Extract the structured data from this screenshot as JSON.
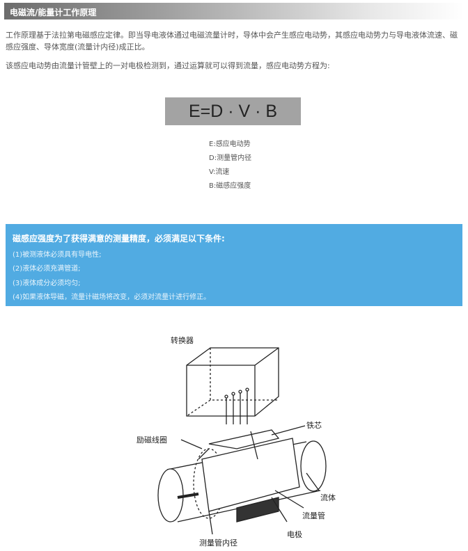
{
  "header": {
    "title": "电磁流/能量计工作原理"
  },
  "intro": {
    "p1": "工作原理基于法拉第电磁感应定律。即当导电液体通过电磁流量计时，导体中会产生感应电动势，其感应电动势力与导电液体流速、磁感应强度、导体宽度(流量计内径)成正比。",
    "p2": "该感应电动势由流量计管壁上的一对电极检测到，通过运算就可以得到流量，感应电动势方程为:"
  },
  "formula": "E=D · V · B",
  "legend": [
    "E:感应电动势",
    "D:测量管内径",
    "V:流速",
    "B:磁感应强度"
  ],
  "conditions": {
    "title": "磁感应强度为了获得满意的测量精度，必须满足以下条件:",
    "items": [
      "(1)被测液体必须具有导电性;",
      "(2)液体必须充满管道;",
      "(3)液体成分必须均匀;",
      "(4)如果液体导磁，流量计磁场将改变，必须对流量计进行修正。"
    ]
  },
  "diagram": {
    "converter": "转换器",
    "core": "铁芯",
    "coil": "励磁线圈",
    "fluid": "流体",
    "tube": "流量管",
    "electrode": "电极",
    "diameter": "测量管内径"
  }
}
